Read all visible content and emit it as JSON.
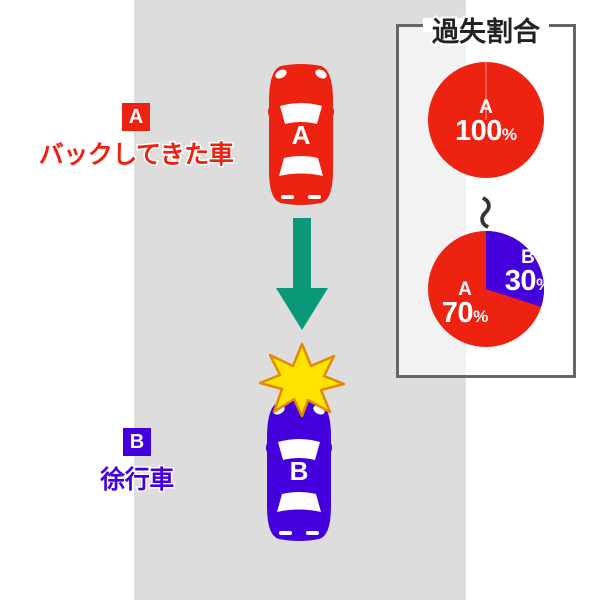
{
  "scene": {
    "road_color": "#dddddd",
    "background_color": "#ffffff"
  },
  "vehicles": [
    {
      "badge": "A",
      "description": "バックしてきた車",
      "color": "#ee2211",
      "marking": "A"
    },
    {
      "badge": "B",
      "description": "徐行車",
      "color": "#4400dd",
      "marking": "B"
    }
  ],
  "arrow": {
    "name": "movement-direction-arrow",
    "color": "#0a9878",
    "direction": "down"
  },
  "collision": {
    "name": "collision-burst",
    "fill": "#ffe400",
    "stroke": "#e58a00"
  },
  "panel": {
    "title": "過失割合",
    "separator": "〜",
    "charts": [
      {
        "name": "pie-chart-top",
        "slices": [
          {
            "label": "A",
            "value": "100",
            "unit": "%",
            "color": "#ee2211"
          }
        ]
      },
      {
        "name": "pie-chart-bottom",
        "slices": [
          {
            "label": "B",
            "value": "30",
            "unit": "%",
            "color": "#4400dd"
          },
          {
            "label": "A",
            "value": "70",
            "unit": "%",
            "color": "#ee2211"
          }
        ]
      }
    ]
  },
  "chart_data": {
    "type": "pie",
    "title": "過失割合",
    "charts": [
      {
        "id": "top",
        "categories": [
          "A"
        ],
        "values": [
          100
        ],
        "colors": [
          "#ee2211"
        ],
        "unit": "%"
      },
      {
        "id": "bottom",
        "categories": [
          "B",
          "A"
        ],
        "values": [
          30,
          70
        ],
        "colors": [
          "#4400dd",
          "#ee2211"
        ],
        "unit": "%"
      }
    ],
    "legend": "none",
    "annotations": [
      "〜"
    ]
  }
}
